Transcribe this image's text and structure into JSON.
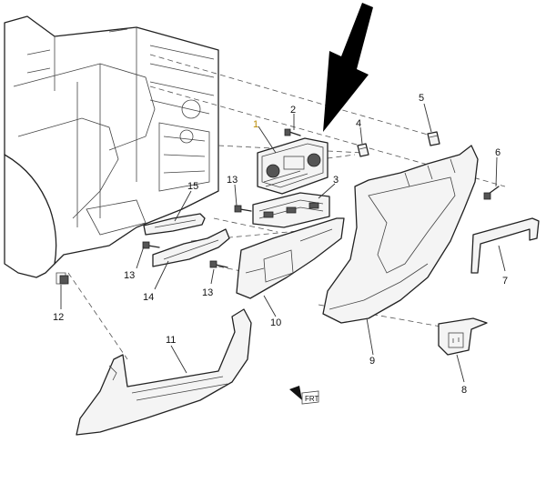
{
  "callouts": {
    "c1": "1",
    "c2": "2",
    "c3": "3",
    "c4": "4",
    "c5": "5",
    "c6": "6",
    "c7": "7",
    "c8": "8",
    "c9": "9",
    "c10": "10",
    "c11": "11",
    "c12": "12",
    "c13a": "13",
    "c13b": "13",
    "c13c": "13",
    "c14": "14",
    "c15": "15"
  },
  "front_indicator": "FRT",
  "colors": {
    "line": "#222222",
    "highlight_callout": "#b88a00",
    "arrow": "#000000"
  }
}
